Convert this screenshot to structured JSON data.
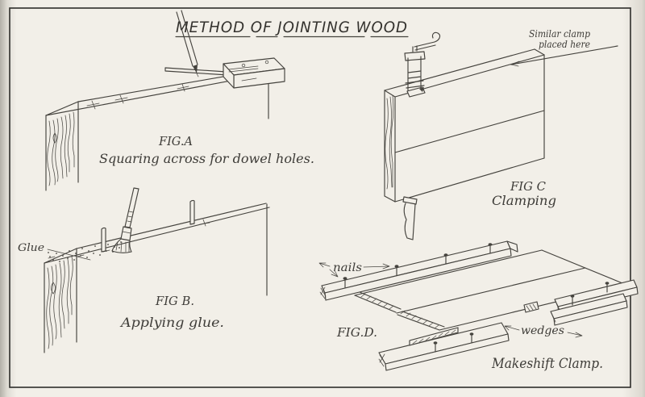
{
  "title": "METHOD OF JOINTING WOOD",
  "figures": {
    "fig_a": {
      "label": "FIG.A",
      "caption": "Squaring across for dowel holes."
    },
    "fig_b": {
      "label": "FIG B.",
      "caption": "Applying glue."
    },
    "fig_c": {
      "label": "FIG C",
      "caption": "Clamping"
    },
    "fig_d": {
      "label": "FIG.D.",
      "caption": "Makeshift Clamp."
    }
  },
  "annotations": {
    "similar_clamp_line1": "Similar clamp",
    "similar_clamp_line2": "placed here",
    "glue": "Glue",
    "nails": "nails",
    "wedges": "wedges"
  },
  "colors": {
    "ink": "#45433e",
    "paper": "#f2efe8",
    "border": "#2e2d2a"
  }
}
